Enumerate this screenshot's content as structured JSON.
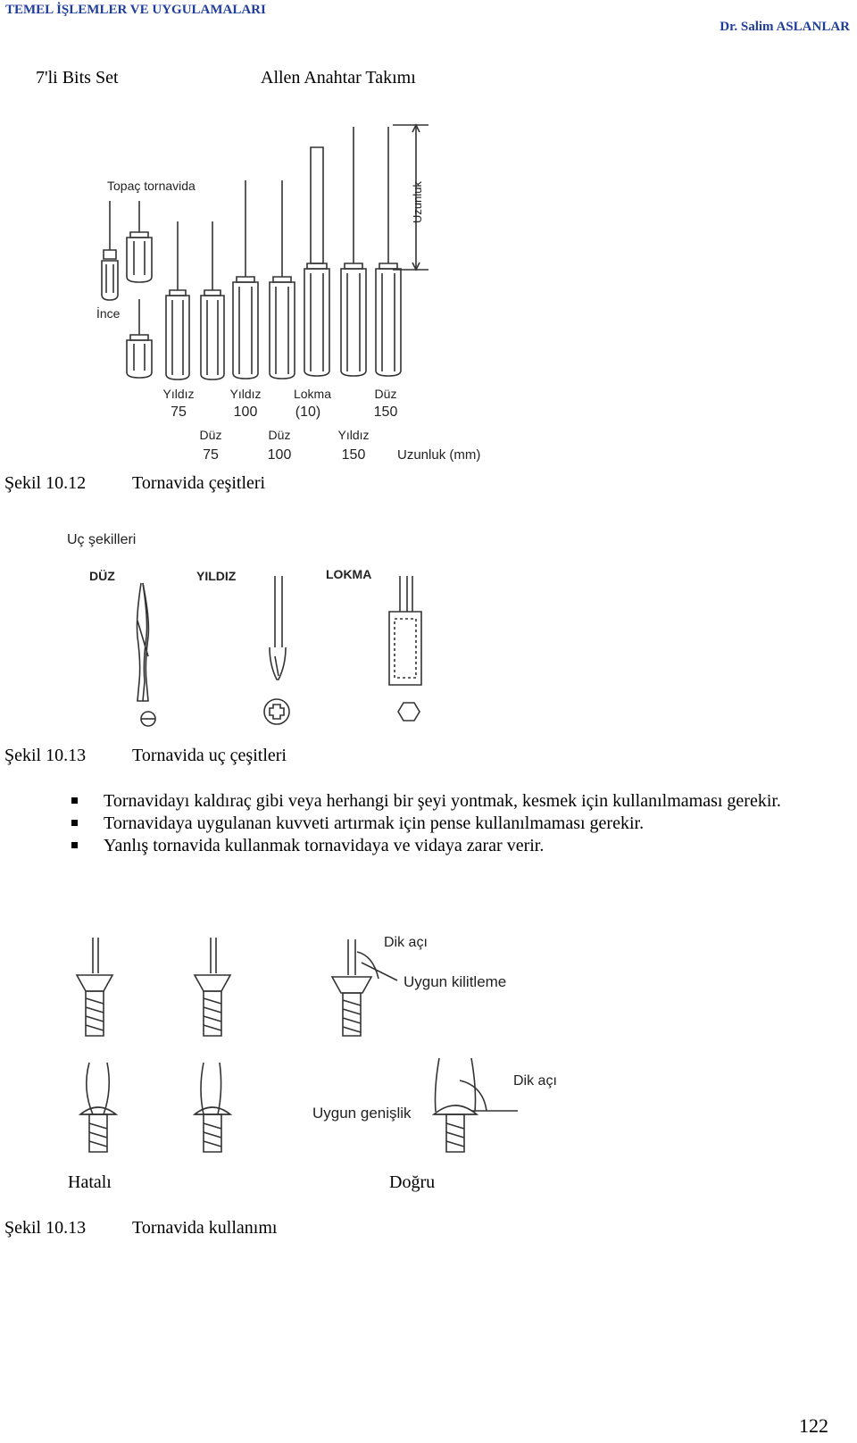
{
  "header": {
    "left": "TEMEL İŞLEMLER VE UYGULAMALARI",
    "right": "Dr. Salim ASLANLAR"
  },
  "top_labels": {
    "bits": "7'li Bits Set",
    "allen": "Allen Anahtar Takımı"
  },
  "figure1": {
    "topac": "Topaç tornavida",
    "ince": "İnce",
    "uzunluk": "Uzunluk",
    "row1": [
      {
        "type": "Yıldız",
        "len": "75"
      },
      {
        "type": "Yıldız",
        "len": "100"
      },
      {
        "type": "Lokma",
        "len": "(10)"
      },
      {
        "type": "Düz",
        "len": "150"
      }
    ],
    "row2": [
      {
        "type": "Düz",
        "len": "75"
      },
      {
        "type": "Düz",
        "len": "100"
      },
      {
        "type": "Yıldız",
        "len": "150"
      }
    ],
    "unit": "Uzunluk (mm)",
    "caption_num": "Şekil 10.12",
    "caption_text": "Tornavida çeşitleri"
  },
  "figure2": {
    "title": "Uç şekilleri",
    "duz": "DÜZ",
    "yildiz": "YILDIZ",
    "lokma": "LOKMA",
    "caption_num": "Şekil 10.13",
    "caption_text": "Tornavida uç çeşitleri"
  },
  "bullets": [
    "Tornavidayı kaldıraç gibi veya herhangi bir şeyi yontmak, kesmek için kullanılmaması gerekir.",
    "Tornavidaya uygulanan kuvveti artırmak için pense kullanılmaması gerekir.",
    "Yanlış tornavida kullanmak tornavidaya ve vidaya zarar verir."
  ],
  "figure3": {
    "dik_aci_1": "Dik açı",
    "uygun_kilitleme": "Uygun kilitleme",
    "uygun_genislik": "Uygun genişlik",
    "dik_aci_2": "Dik açı",
    "hatali": "Hatalı",
    "dogru": "Doğru",
    "caption_num": "Şekil 10.13",
    "caption_text": "Tornavida kullanımı"
  },
  "page_number": "122"
}
